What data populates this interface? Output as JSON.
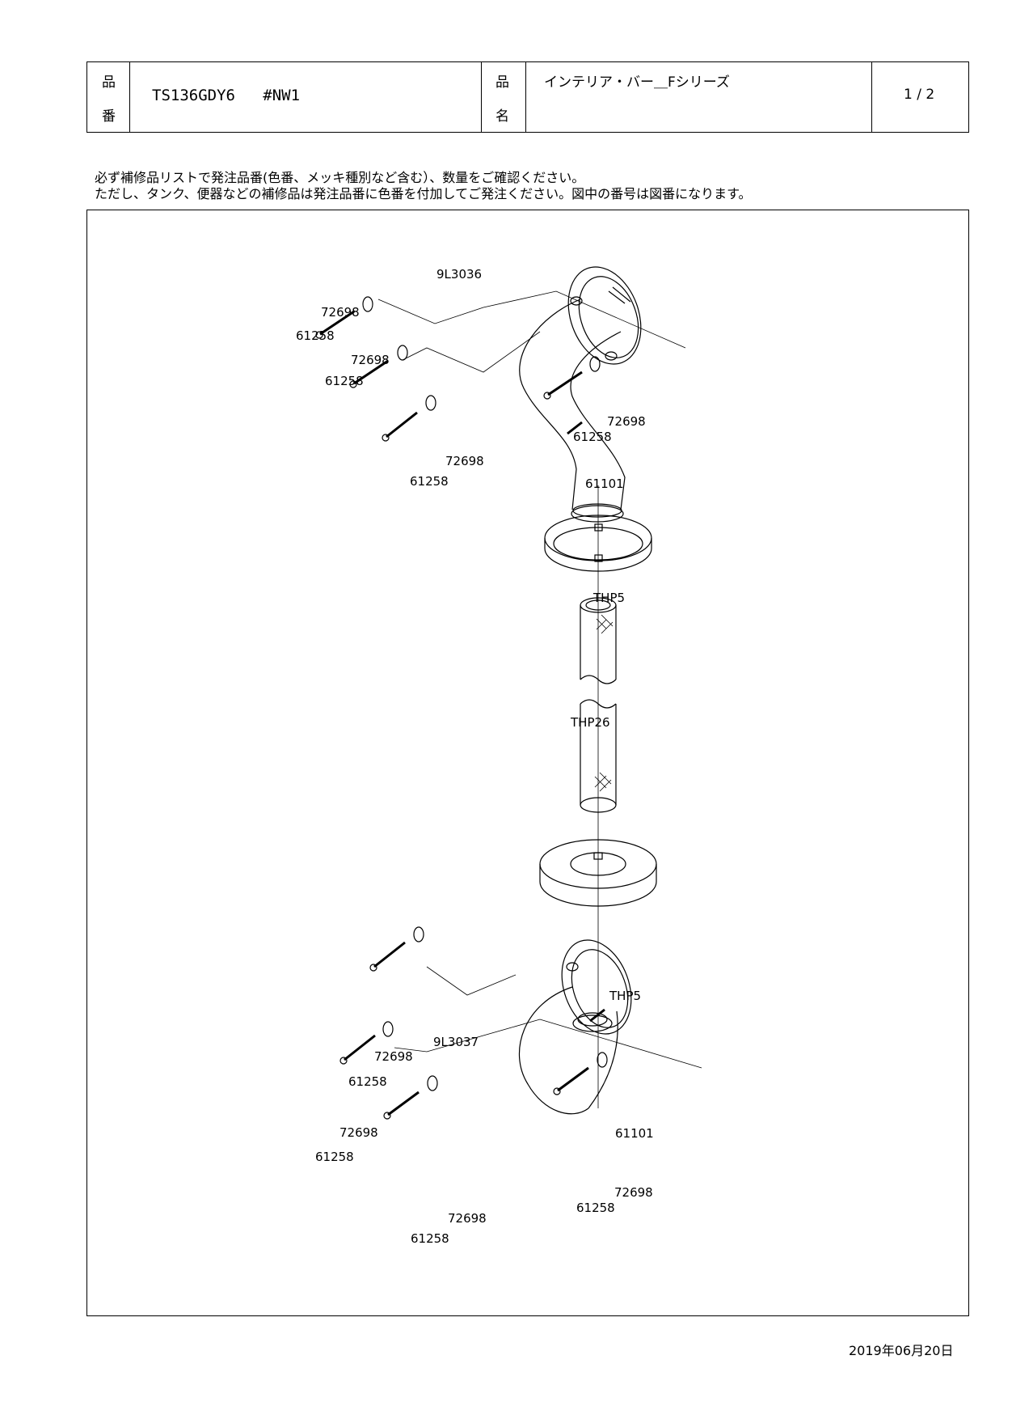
{
  "header": {
    "hinban_label_1": "品",
    "hinban_label_2": "番",
    "part_code": "TS136GDY6   #NW1",
    "hinmei_label_1": "品",
    "hinmei_label_2": "名",
    "part_name": "インテリア・バー＿Fシリーズ",
    "page": "1 / 2"
  },
  "notes": {
    "line1": "必ず補修品リストで発注品番(色番、メッキ種別など含む）、数量をご確認ください。",
    "line2": "ただし、タンク、便器などの補修品は発注品番に色番を付加してご発注ください。図中の番号は図番になります。"
  },
  "callouts": {
    "c01": "9L3036",
    "c02": "72698",
    "c03": "61258",
    "c04": "72698",
    "c05": "61258",
    "c06": "72698",
    "c07": "61258",
    "c08": "72698",
    "c09": "61258",
    "c10": "61101",
    "c11": "THP5",
    "c12": "THP26",
    "c13": "THP5",
    "c14": "9L3037",
    "c15": "72698",
    "c16": "61258",
    "c17": "72698",
    "c18": "61258",
    "c19": "61101",
    "c20": "72698",
    "c21": "61258",
    "c22": "72698",
    "c23": "61258"
  },
  "footer": {
    "date": "2019年06月20日"
  }
}
